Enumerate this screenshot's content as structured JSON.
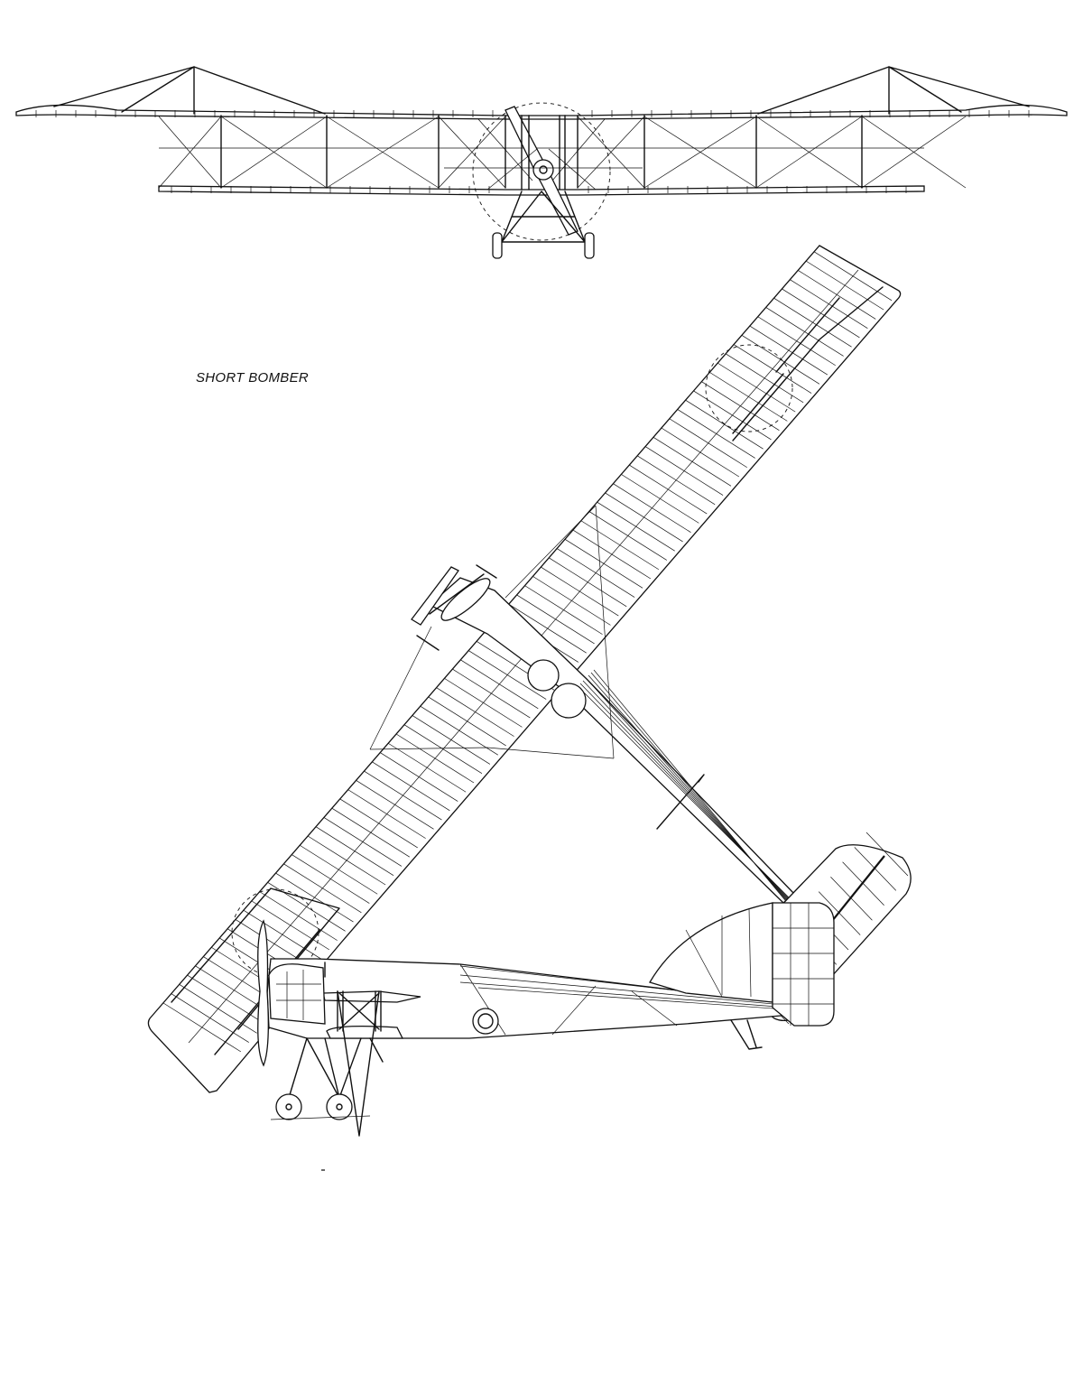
{
  "drawing": {
    "caption": "SHORT BOMBER",
    "views": [
      "front-view",
      "plan-view",
      "side-view"
    ],
    "line_color": "#111111",
    "background_color": "#ffffff"
  }
}
